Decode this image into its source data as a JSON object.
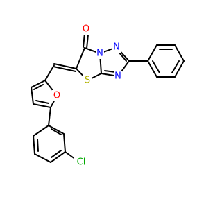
{
  "molecule": {
    "atom_labels": {
      "carbonyl_oxygen": "O",
      "bridge_nitrogen": "N",
      "triazole_nitrogen_2": "N",
      "triazole_nitrogen_4": "N",
      "thiazole_sulfur": "S",
      "furan_oxygen": "O",
      "chlorine": "Cl"
    },
    "colors": {
      "bond": "#000000",
      "oxygen": "#ff0000",
      "nitrogen": "#0000ff",
      "sulfur": "#b2b200",
      "chlorine": "#00aa00"
    }
  }
}
